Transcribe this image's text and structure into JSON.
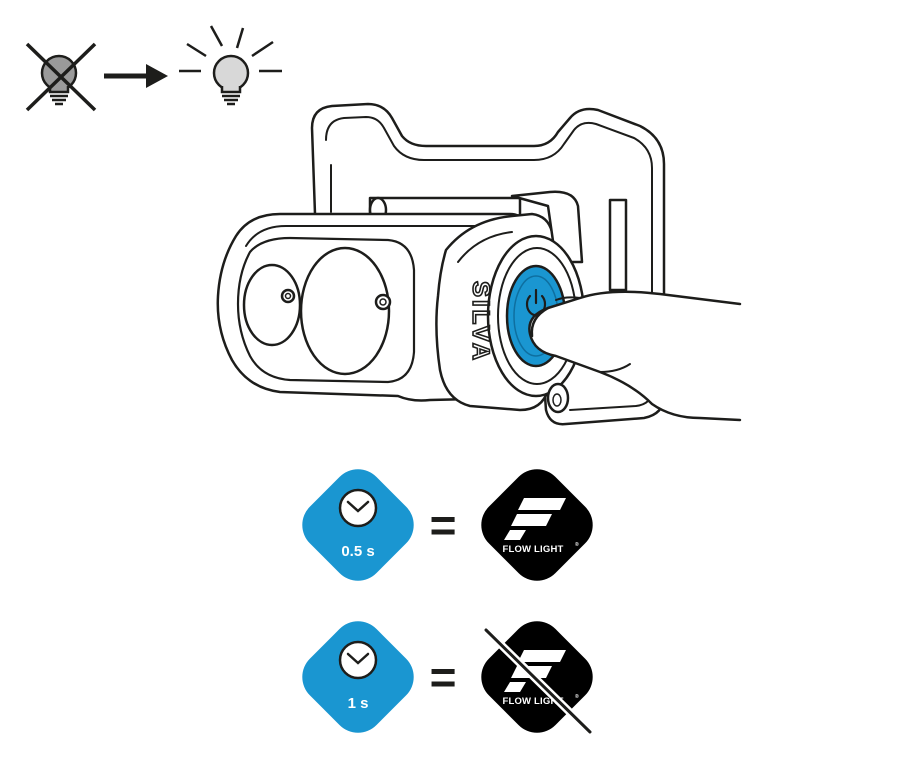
{
  "colors": {
    "accent": "#1a96d1",
    "ink": "#1d1d1b",
    "bulb_off": "#9a9a9a",
    "bulb_on": "#d8d8d8"
  },
  "icons": {
    "off_state": "crossed-out-lightbulb-icon",
    "transition": "arrow-right-icon",
    "on_state": "glowing-lightbulb-icon",
    "power": "power-icon",
    "timer": "clock-icon",
    "mode": "flow-light-icon"
  },
  "device": {
    "brand": "SILVA"
  },
  "rows": [
    {
      "duration": "0.5 s",
      "equals": "=",
      "result_label": "FLOW LIGHT",
      "result_mark": "®",
      "result_active": true
    },
    {
      "duration": "1 s",
      "equals": "=",
      "result_label": "FLOW LIGHT",
      "result_mark": "®",
      "result_active": false
    }
  ]
}
